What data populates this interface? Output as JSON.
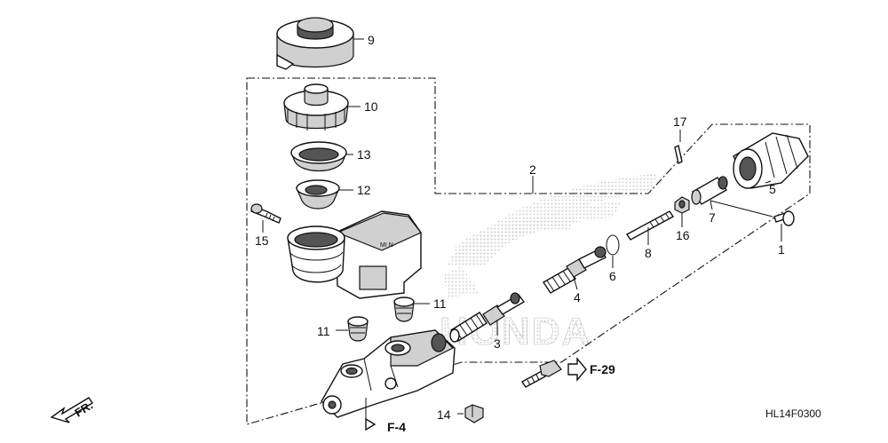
{
  "diagram": {
    "code": "HL14F0300",
    "front_arrow_label": "FR.",
    "brand_watermark": "HONDA",
    "reservoir_marking": "MI N",
    "callouts": {
      "p1": "1",
      "p2": "2",
      "p3": "3",
      "p4": "4",
      "p5": "5",
      "p6": "6",
      "p7": "7",
      "p8": "8",
      "p9": "9",
      "p10": "10",
      "p11a": "11",
      "p11b": "11",
      "p12": "12",
      "p13": "13",
      "p14": "14",
      "p15": "15",
      "p16": "16",
      "p17": "17"
    },
    "refs": {
      "f29": "F-29",
      "f4": "F-4"
    }
  }
}
